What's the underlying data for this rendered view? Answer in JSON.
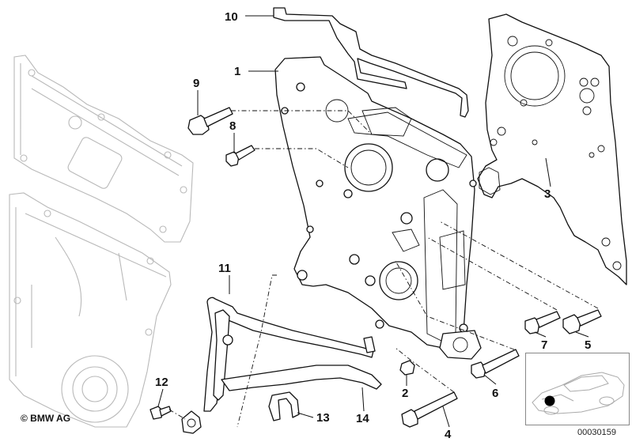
{
  "diagram": {
    "callouts": [
      "10",
      "1",
      "9",
      "8",
      "3",
      "11",
      "7",
      "5",
      "6",
      "2",
      "12",
      "13",
      "14",
      "4"
    ],
    "copyright": "© BMW AG",
    "reference_code": "00030159"
  }
}
